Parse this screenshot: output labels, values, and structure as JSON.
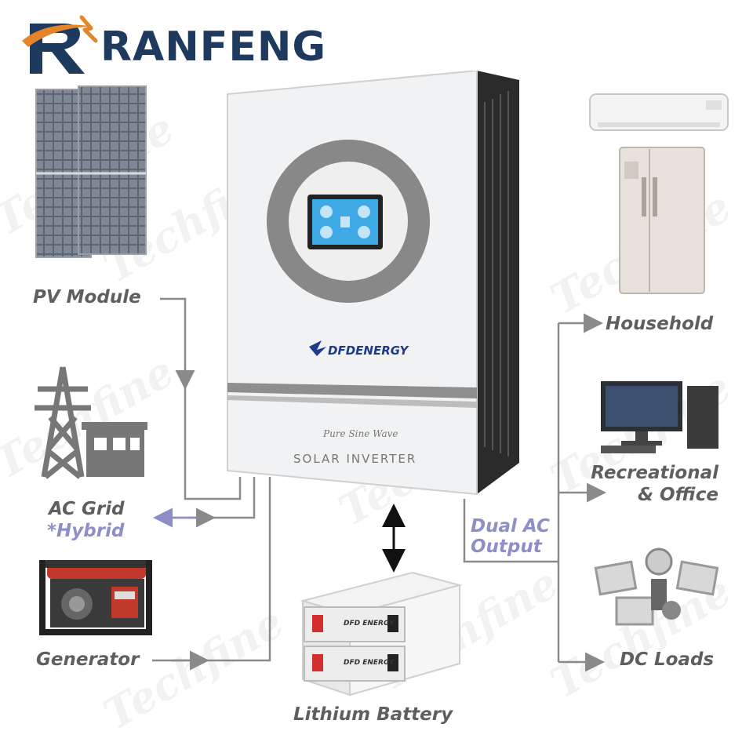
{
  "brand": {
    "name": "RANFENG",
    "colors": {
      "navy": "#1e3a5f",
      "orange": "#e6842a"
    }
  },
  "inverter": {
    "logo_text": "DFDENERGY",
    "subtitle": "Pure Sine Wave",
    "title": "SOLAR INVERTER"
  },
  "inputs": {
    "pv_module": "PV Module",
    "ac_grid": "AC Grid",
    "hybrid": "*Hybrid",
    "generator": "Generator"
  },
  "outputs": {
    "dual_ac_line1": "Dual AC",
    "dual_ac_line2": "Output",
    "household": "Household",
    "recreational_line1": "Recreational",
    "recreational_line2": "& Office",
    "dc_loads": "DC Loads"
  },
  "battery": {
    "label": "Lithium Battery",
    "module_brand": "DFD ENERGY"
  },
  "watermark": "Techfine",
  "colors": {
    "label": "#5f5f5f",
    "accent": "#8e8ec9",
    "line": "#8a8a8a"
  }
}
